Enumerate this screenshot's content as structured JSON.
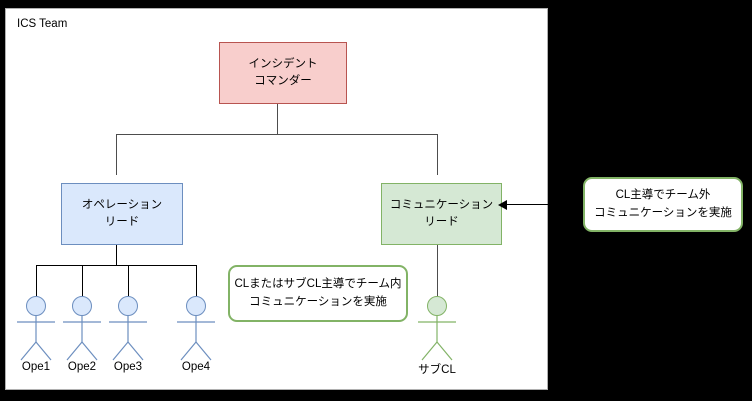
{
  "canvas": {
    "title": "ICS Team"
  },
  "nodes": {
    "incident_commander": {
      "line1": "インシデント",
      "line2": "コマンダー",
      "fill": "#f8cecc",
      "stroke": "#b85450"
    },
    "operation_lead": {
      "line1": "オペレーション",
      "line2": "リード",
      "fill": "#dae8fc",
      "stroke": "#6c8ebf"
    },
    "communication_lead": {
      "line1": "コミュニケーション",
      "line2": "リード",
      "fill": "#d5e8d4",
      "stroke": "#82b366"
    }
  },
  "callouts": {
    "inner": {
      "line1": "CLまたはサブCL主導でチーム内",
      "line2": "コミュニケーションを実施",
      "stroke": "#82b366"
    },
    "outer": {
      "line1": "CL主導でチーム外",
      "line2": "コミュニケーションを実施",
      "stroke": "#82b366"
    }
  },
  "figures": {
    "operators": [
      {
        "label": "Ope1"
      },
      {
        "label": "Ope2"
      },
      {
        "label": "Ope3"
      },
      {
        "label": "Ope4"
      }
    ],
    "sub_cl": {
      "label": "サブCL"
    }
  },
  "colors": {
    "background": "#000000",
    "canvas": "#ffffff",
    "tree_connector": "#4d4d4d",
    "branch_connector": "#000000",
    "blue_accent": "#6c8ebf",
    "green_accent": "#82b366",
    "red_accent": "#b85450"
  }
}
